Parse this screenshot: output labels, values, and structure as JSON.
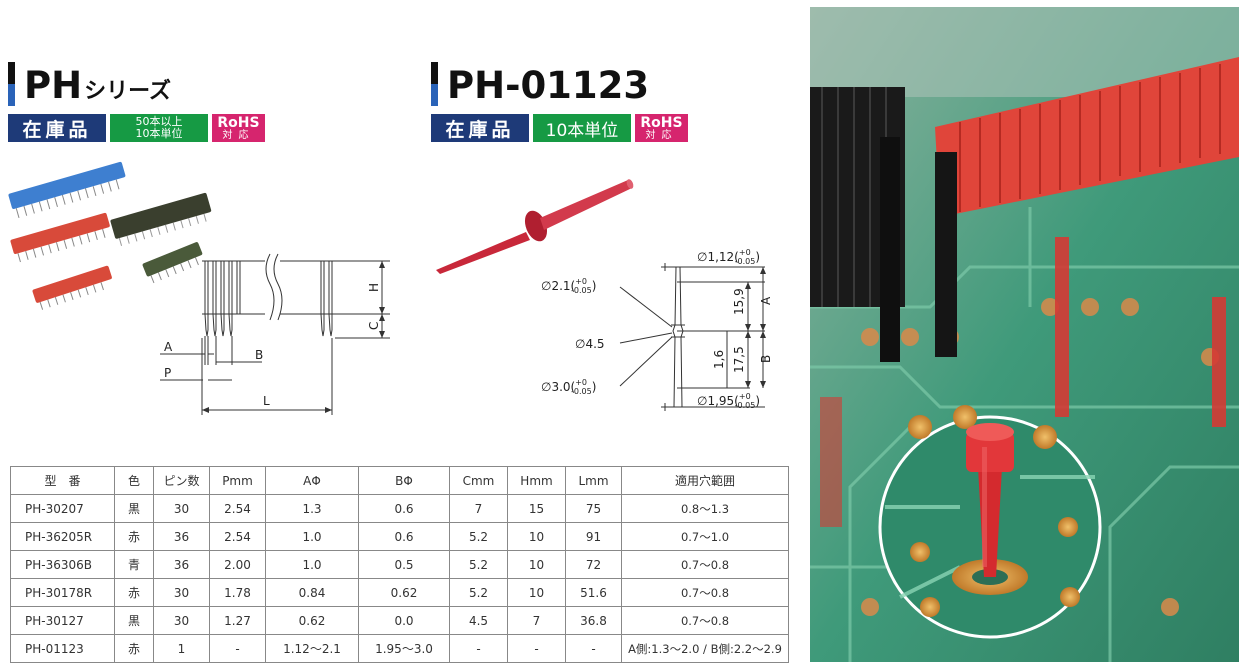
{
  "left_header": {
    "series_main": "PH",
    "series_suffix": "シリーズ",
    "badge_stock": "在庫品",
    "badge_unit_line1": "50本以上",
    "badge_unit_line2": "10本単位",
    "badge_rohs_line1": "RoHS",
    "badge_rohs_line2": "対応"
  },
  "right_header": {
    "title": "PH-01123",
    "badge_stock": "在庫品",
    "badge_unit": "10本単位",
    "badge_rohs_line1": "RoHS",
    "badge_rohs_line2": "対応"
  },
  "drawing_left": {
    "label_A": "A",
    "label_B": "B",
    "label_P": "P",
    "label_L": "L",
    "label_H": "H",
    "label_C": "C"
  },
  "drawing_right": {
    "dia_top": "∅1,12(",
    "dia_bottom": "∅1,95(",
    "dia_21": "∅2.1(",
    "dia_45": "∅4.5",
    "dia_30": "∅3.0(",
    "tol_plus": "+0",
    "tol_minus": "-0.05",
    "len_159": "15,9",
    "len_16": "1,6",
    "len_175": "17,5",
    "label_A": "A",
    "label_B": "B"
  },
  "table": {
    "headers": [
      "型　番",
      "色",
      "ピン数",
      "Pmm",
      "AΦ",
      "BΦ",
      "Cmm",
      "Hmm",
      "Lmm",
      "適用穴範囲"
    ],
    "rows": [
      [
        "PH-30207",
        "黒",
        "30",
        "2.54",
        "1.3",
        "0.6",
        "7",
        "15",
        "75",
        "0.8〜1.3"
      ],
      [
        "PH-36205R",
        "赤",
        "36",
        "2.54",
        "1.0",
        "0.6",
        "5.2",
        "10",
        "91",
        "0.7〜1.0"
      ],
      [
        "PH-36306B",
        "青",
        "36",
        "2.00",
        "1.0",
        "0.5",
        "5.2",
        "10",
        "72",
        "0.7〜0.8"
      ],
      [
        "PH-30178R",
        "赤",
        "30",
        "1.78",
        "0.84",
        "0.62",
        "5.2",
        "10",
        "51.6",
        "0.7〜0.8"
      ],
      [
        "PH-30127",
        "黒",
        "30",
        "1.27",
        "0.62",
        "0.0",
        "4.5",
        "7",
        "36.8",
        "0.7〜0.8"
      ],
      [
        "PH-01123",
        "赤",
        "1",
        "-",
        "1.12〜2.1",
        "1.95〜3.0",
        "-",
        "-",
        "-",
        "A側:1.3〜2.0 / B側:2.2〜2.9"
      ]
    ]
  },
  "colors": {
    "stock_badge": "#1e3a78",
    "unit_badge": "#169a44",
    "rohs_badge": "#d6256e",
    "title_accent_bar": "#2a63b8",
    "pin_red": "#c8283a"
  }
}
